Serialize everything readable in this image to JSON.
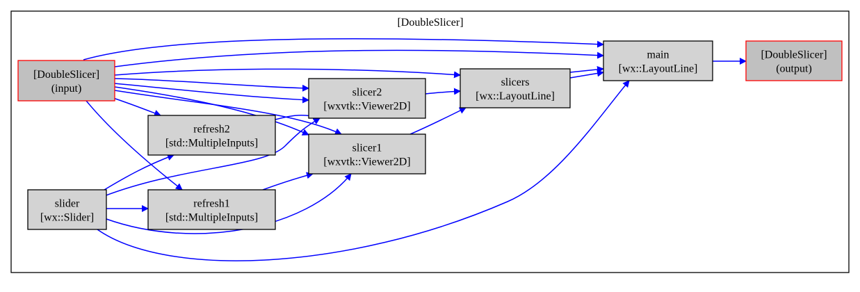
{
  "diagram": {
    "cluster_title": "[DoubleSlicer]",
    "colors": {
      "edge": "#0000ff",
      "io_border": "#ff0000",
      "io_fill": "#c0c0c0",
      "box_fill": "#d3d3d3",
      "box_border": "#000000"
    },
    "nodes": [
      {
        "id": "input",
        "lines": [
          "[DoubleSlicer]",
          "(input)"
        ],
        "kind": "io"
      },
      {
        "id": "output",
        "lines": [
          "[DoubleSlicer]",
          "(output)"
        ],
        "kind": "io"
      },
      {
        "id": "main",
        "lines": [
          "main",
          "[wx::LayoutLine]"
        ],
        "kind": "box"
      },
      {
        "id": "slicers",
        "lines": [
          "slicers",
          "[wx::LayoutLine]"
        ],
        "kind": "box"
      },
      {
        "id": "slicer2",
        "lines": [
          "slicer2",
          "[wxvtk::Viewer2D]"
        ],
        "kind": "box"
      },
      {
        "id": "slicer1",
        "lines": [
          "slicer1",
          "[wxvtk::Viewer2D]"
        ],
        "kind": "box"
      },
      {
        "id": "refresh2",
        "lines": [
          "refresh2",
          "[std::MultipleInputs]"
        ],
        "kind": "box"
      },
      {
        "id": "refresh1",
        "lines": [
          "refresh1",
          "[std::MultipleInputs]"
        ],
        "kind": "box"
      },
      {
        "id": "slider",
        "lines": [
          "slider",
          "[wx::Slider]"
        ],
        "kind": "box"
      }
    ],
    "edges": [
      {
        "from": "input",
        "to": "main"
      },
      {
        "from": "input",
        "to": "main"
      },
      {
        "from": "input",
        "to": "slicers"
      },
      {
        "from": "input",
        "to": "slicer2"
      },
      {
        "from": "input",
        "to": "slicer2"
      },
      {
        "from": "input",
        "to": "slicer1"
      },
      {
        "from": "input",
        "to": "slicer1"
      },
      {
        "from": "input",
        "to": "refresh2"
      },
      {
        "from": "input",
        "to": "refresh1"
      },
      {
        "from": "main",
        "to": "output"
      },
      {
        "from": "slicers",
        "to": "main"
      },
      {
        "from": "slicers",
        "to": "main"
      },
      {
        "from": "slicer2",
        "to": "slicers"
      },
      {
        "from": "slicer1",
        "to": "slicers"
      },
      {
        "from": "refresh2",
        "to": "slicer2"
      },
      {
        "from": "refresh1",
        "to": "slicer1"
      },
      {
        "from": "slider",
        "to": "refresh2"
      },
      {
        "from": "slider",
        "to": "refresh1"
      },
      {
        "from": "slider",
        "to": "slicer2"
      },
      {
        "from": "slider",
        "to": "slicer1"
      },
      {
        "from": "slider",
        "to": "main"
      }
    ]
  }
}
